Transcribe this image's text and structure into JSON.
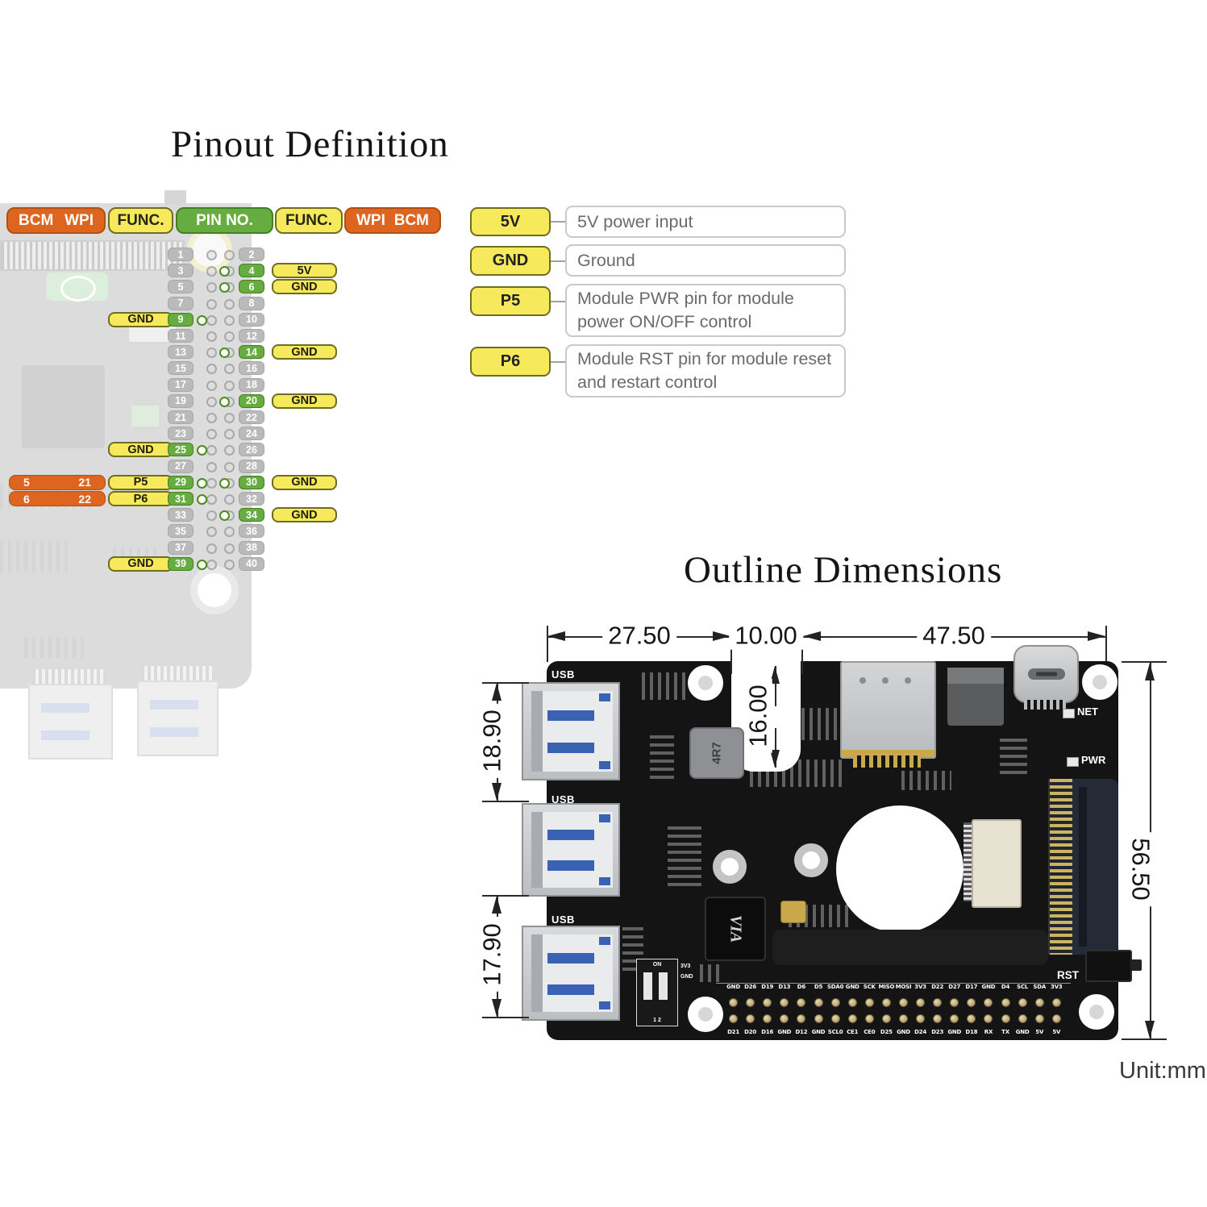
{
  "titles": {
    "pinout": "Pinout Definition",
    "outline": "Outline Dimensions"
  },
  "unit_label": "Unit:mm",
  "pinout": {
    "headers": {
      "bcm": "BCM",
      "wpi": "WPI",
      "func_left": "FUNC.",
      "pin_no": "PIN NO.",
      "func_right": "FUNC.",
      "wpi_r": "WPI",
      "bcm_r": "BCM"
    },
    "green_pins": [
      4,
      6,
      9,
      14,
      20,
      25,
      29,
      30,
      31,
      34,
      39
    ],
    "rows": [
      {
        "l": "1",
        "r": "2"
      },
      {
        "l": "3",
        "r": "4",
        "rlabel": "5V"
      },
      {
        "l": "5",
        "r": "6",
        "rlabel": "GND"
      },
      {
        "l": "7",
        "r": "8"
      },
      {
        "l": "9",
        "r": "10",
        "llabel": "GND"
      },
      {
        "l": "11",
        "r": "12"
      },
      {
        "l": "13",
        "r": "14",
        "rlabel": "GND"
      },
      {
        "l": "15",
        "r": "16"
      },
      {
        "l": "17",
        "r": "18"
      },
      {
        "l": "19",
        "r": "20",
        "rlabel": "GND"
      },
      {
        "l": "21",
        "r": "22"
      },
      {
        "l": "23",
        "r": "24"
      },
      {
        "l": "25",
        "r": "26",
        "llabel": "GND"
      },
      {
        "l": "27",
        "r": "28"
      },
      {
        "l": "29",
        "r": "30",
        "llabel": "P5",
        "rlabel": "GND",
        "orange": [
          "5",
          "21"
        ]
      },
      {
        "l": "31",
        "r": "32",
        "llabel": "P6",
        "orange": [
          "6",
          "22"
        ]
      },
      {
        "l": "33",
        "r": "34",
        "rlabel": "GND"
      },
      {
        "l": "35",
        "r": "36"
      },
      {
        "l": "37",
        "r": "38"
      },
      {
        "l": "39",
        "r": "40",
        "llabel": "GND"
      }
    ]
  },
  "legend": {
    "items": [
      {
        "pin": "5V",
        "desc": "5V power input"
      },
      {
        "pin": "GND",
        "desc": "Ground"
      },
      {
        "pin": "P5",
        "desc": "Module PWR pin for module power ON/OFF control"
      },
      {
        "pin": "P6",
        "desc": "Module RST pin for module reset and restart control"
      }
    ]
  },
  "outline": {
    "dims": {
      "seg1": "27.50",
      "seg2": "10.00",
      "seg3": "47.50",
      "notch_depth": "16.00",
      "height": "56.50",
      "usb_top": "18.90",
      "usb_bottom": "17.90"
    },
    "board": {
      "usb": "USB",
      "net": "NET",
      "pwr": "PWR",
      "rst": "RST",
      "inductor": "4R7",
      "chip": "VIA",
      "dip_on": "ON",
      "dip_no": "1 2",
      "rail_3v3": "3V3",
      "rail_gnd": "GND"
    },
    "gpio": {
      "top": [
        "GND",
        "D26",
        "D19",
        "D13",
        "D6",
        "D5",
        "SDA0",
        "GND",
        "SCK",
        "MISO",
        "MOSI",
        "3V3",
        "D22",
        "D27",
        "D17",
        "GND",
        "D4",
        "SCL",
        "SDA",
        "3V3"
      ],
      "bottom": [
        "D21",
        "D20",
        "D16",
        "GND",
        "D12",
        "GND",
        "SCL0",
        "CE1",
        "CE0",
        "D25",
        "GND",
        "D24",
        "D23",
        "GND",
        "D18",
        "RX",
        "TX",
        "GND",
        "5V",
        "5V"
      ]
    }
  },
  "colors": {
    "orange": "#DD651F",
    "yellow": "#F6E95C",
    "yellow_border": "#6F6D20",
    "green": "#67AC40",
    "green_border": "#447F20",
    "gray_pill": "#BABABA",
    "usb_blue": "#3A62B4",
    "board_black": "#141414"
  }
}
